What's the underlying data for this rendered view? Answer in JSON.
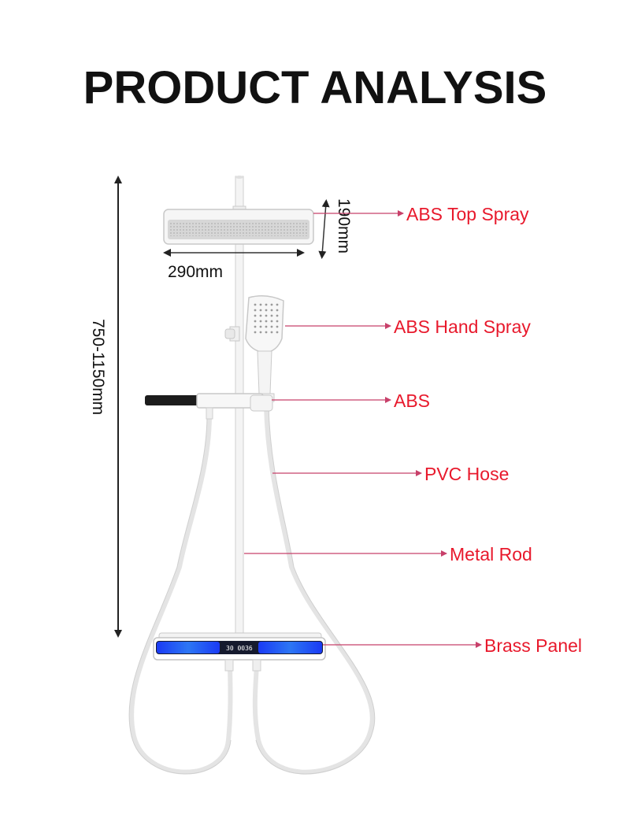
{
  "title": "PRODUCT ANALYSIS",
  "dimensions": {
    "height_range": "750-1150mm",
    "top_spray_width": "290mm",
    "top_spray_depth": "190mm"
  },
  "labels": {
    "top_spray": "ABS Top Spray",
    "hand_spray": "ABS Hand Spray",
    "abs": "ABS",
    "hose": "PVC Hose",
    "rod": "Metal Rod",
    "panel": "Brass Panel"
  },
  "panel_display": "30 0036",
  "colors": {
    "label_red": "#e8192c",
    "leader_line": "#c8406a",
    "panel_blue": "#1f5cff",
    "panel_dark": "#151a2e",
    "product_white": "#f7f7f7"
  }
}
